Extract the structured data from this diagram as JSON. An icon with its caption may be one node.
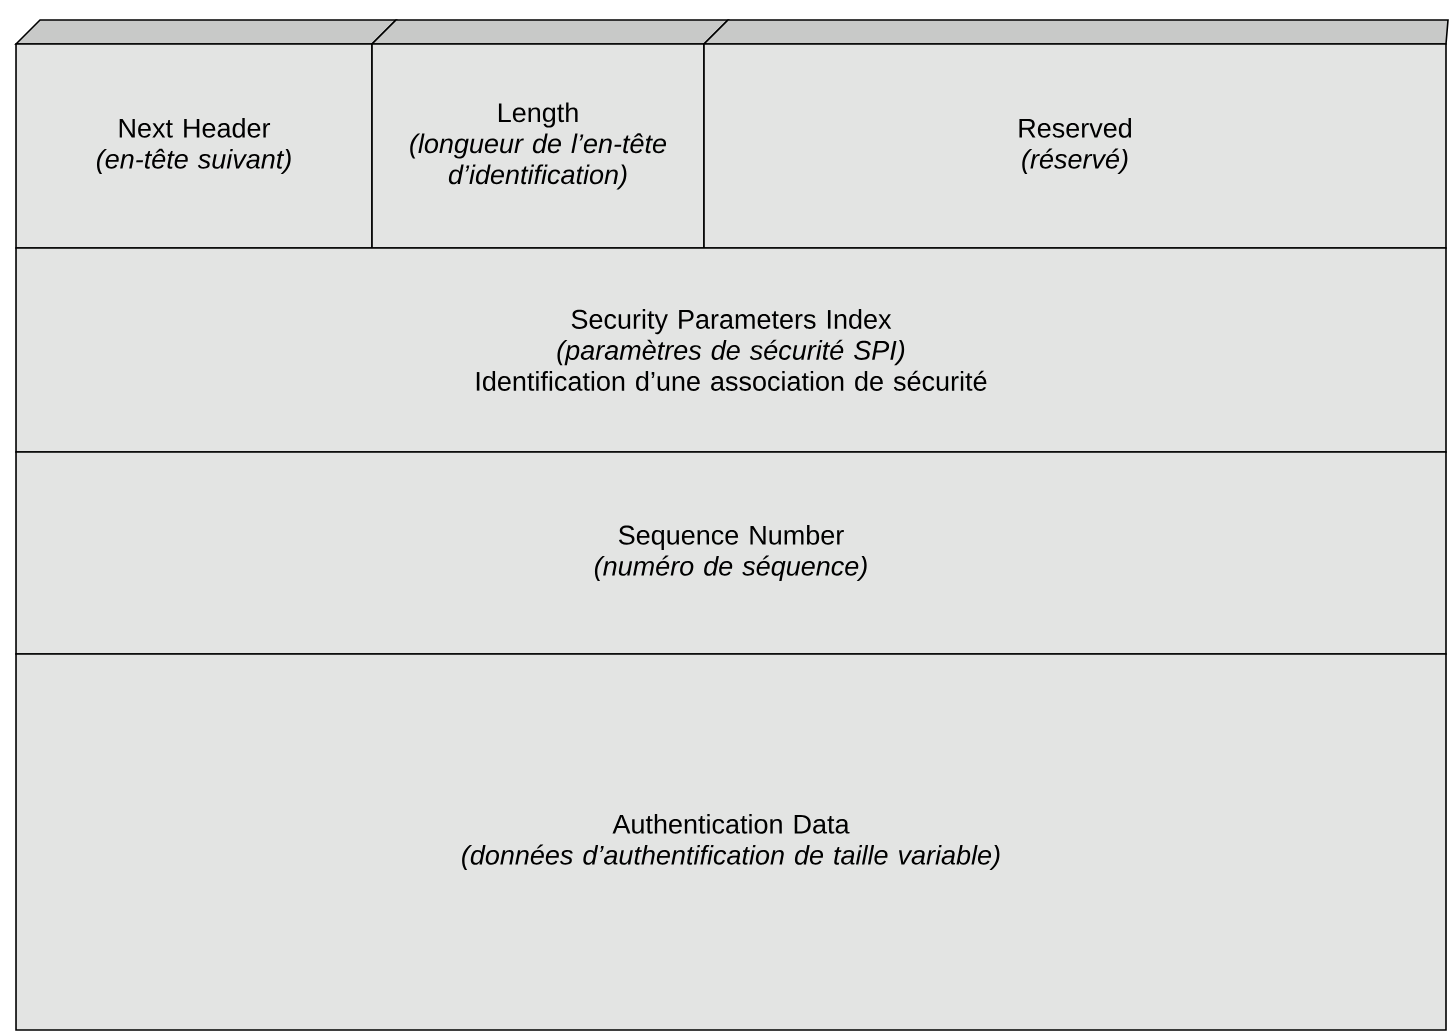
{
  "diagram": {
    "nodes": [
      {
        "text": [
          "Next Header",
          "(en-tête suivant)"
        ]
      },
      {
        "text": [
          "Length",
          "(longueur de l’en-tête d’identification)"
        ]
      },
      {
        "text": [
          "Reserved",
          "(réservé)"
        ]
      },
      {
        "text": [
          "Security Parameters Index",
          "(paramètres de sécurité SPI)",
          "Identification d’une association de sécurité"
        ]
      },
      {
        "text": [
          "Sequence Number",
          "(numéro de séquence)"
        ]
      },
      {
        "text": [
          "Authentication Data",
          "(données d’authentification de taille variable)"
        ]
      }
    ]
  }
}
